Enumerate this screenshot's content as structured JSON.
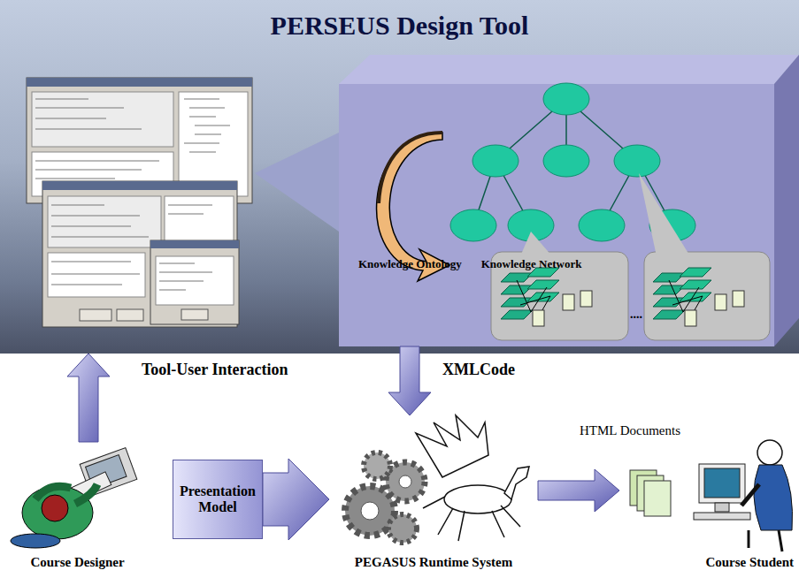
{
  "diagram": {
    "nodes": [
      {
        "text": [
          "PERSEUS Design Tool"
        ]
      },
      {
        "text": [
          "Knowledge Ontology",
          "Knowledge Network"
        ],
        "in": 0
      },
      {
        "text": [
          "Course Designer"
        ]
      },
      {
        "text": [
          "Presentation Model"
        ]
      },
      {
        "text": [
          "PEGASUS Runtime System"
        ]
      },
      {
        "text": [
          "Course Student"
        ]
      }
    ],
    "edges": [
      {
        "from": 2,
        "to": 0,
        "arrow": "to",
        "label": "Tool-User Interaction"
      },
      {
        "from": 1,
        "to": 4,
        "arrow": "to",
        "label": "XMLCode"
      },
      {
        "from": 3,
        "to": 4,
        "arrow": "to"
      },
      {
        "from": 4,
        "to": 5,
        "arrow": "to",
        "label": "HTML Documents"
      }
    ],
    "labels": [
      "...."
    ]
  }
}
